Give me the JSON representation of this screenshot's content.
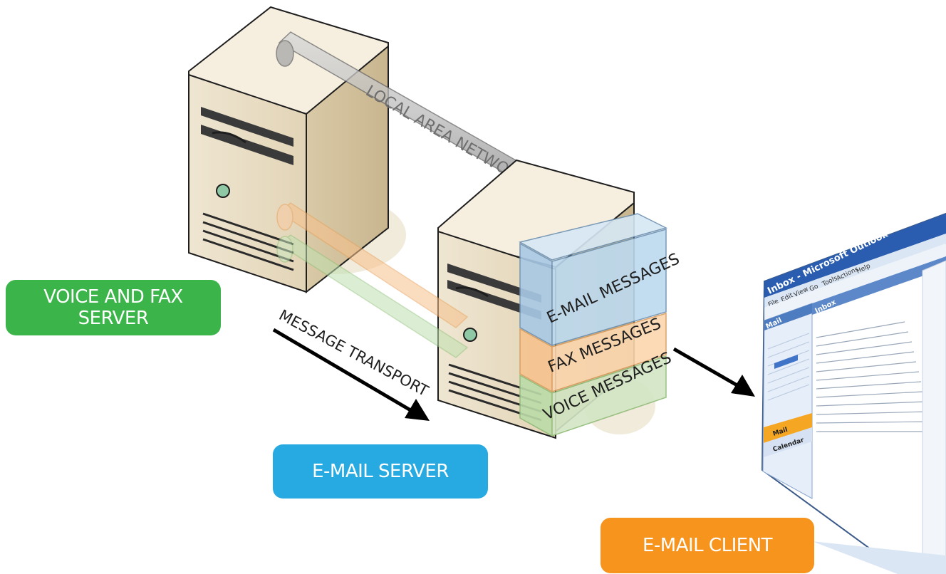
{
  "labels": {
    "voice_fax_server": "VOICE AND FAX SERVER",
    "email_server": "E-MAIL SERVER",
    "email_client": "E-MAIL CLIENT",
    "local_area_network": "LOCAL AREA NETWORK",
    "message_transport": "MESSAGE TRANSPORT"
  },
  "stack": {
    "email_messages": "E-MAIL MESSAGES",
    "fax_messages": "FAX MESSAGES",
    "voice_messages": "VOICE MESSAGES"
  },
  "colors": {
    "green": "#3bb54a",
    "blue": "#27aae1",
    "orange": "#f7941d",
    "server_beige": "#e8dcc2",
    "pipe_gray": "#9a9a9a",
    "block_blue": "#bcd9ef",
    "block_orange": "#fbd6ae",
    "block_green": "#d2e6c4"
  },
  "outlook": {
    "title": "Inbox - Microsoft Outlook",
    "menu": [
      "File",
      "Edit",
      "View",
      "Go",
      "Tools",
      "Actions",
      "Help"
    ],
    "pane_title": "Mail",
    "inbox_header": "Inbox",
    "nav": [
      "Mail",
      "Calendar"
    ]
  }
}
